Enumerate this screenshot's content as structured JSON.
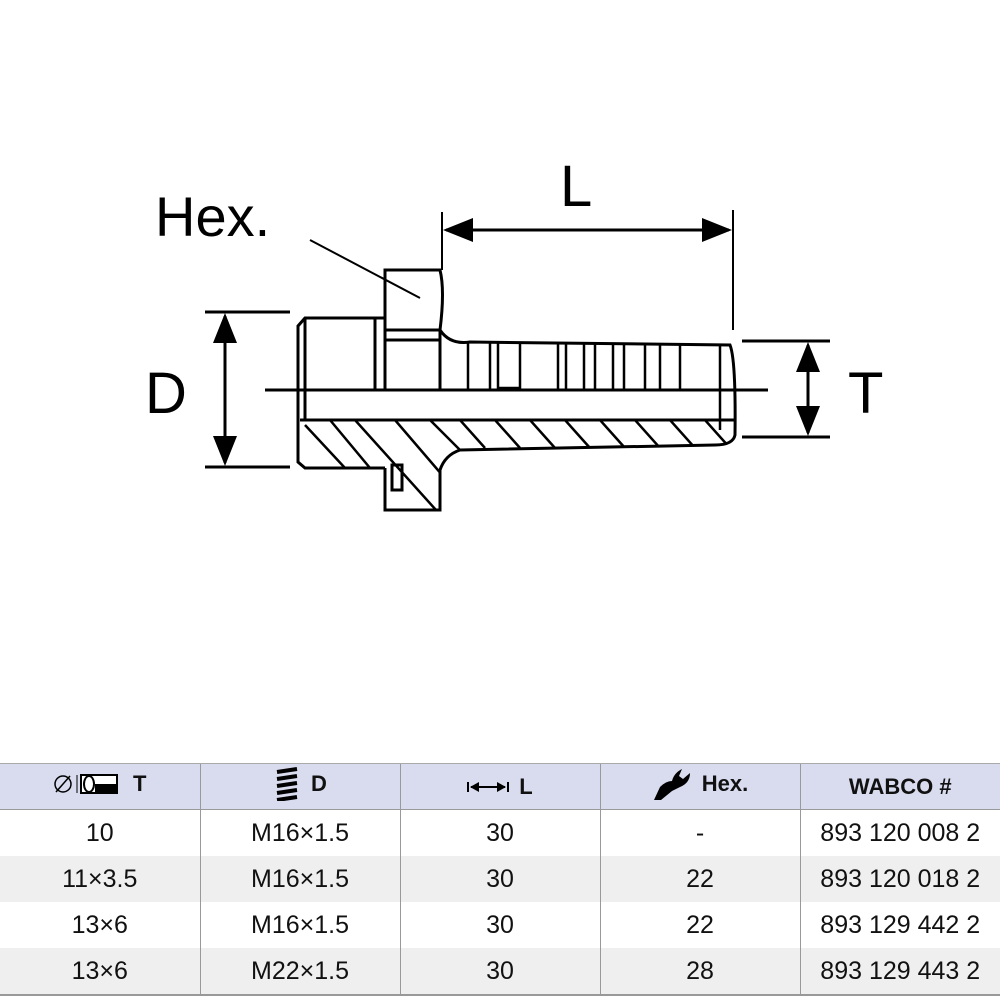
{
  "drawing": {
    "labels": {
      "hex": "Hex.",
      "length": "L",
      "diameter": "D",
      "tube": "T"
    }
  },
  "table": {
    "headers": [
      {
        "icon": "tube-diameter-icon",
        "label": "T"
      },
      {
        "icon": "thread-icon",
        "label": "D"
      },
      {
        "icon": "length-arrow-icon",
        "label": "L"
      },
      {
        "icon": "wrench-icon",
        "label": "Hex."
      },
      {
        "icon": "",
        "label": "WABCO #"
      }
    ],
    "rows": [
      [
        "10",
        "M16×1.5",
        "30",
        "-",
        "893 120 008 2"
      ],
      [
        "11×3.5",
        "M16×1.5",
        "30",
        "22",
        "893 120 018 2"
      ],
      [
        "13×6",
        "M16×1.5",
        "30",
        "22",
        "893 129 442 2"
      ],
      [
        "13×6",
        "M22×1.5",
        "30",
        "28",
        "893 129 443 2"
      ]
    ]
  }
}
